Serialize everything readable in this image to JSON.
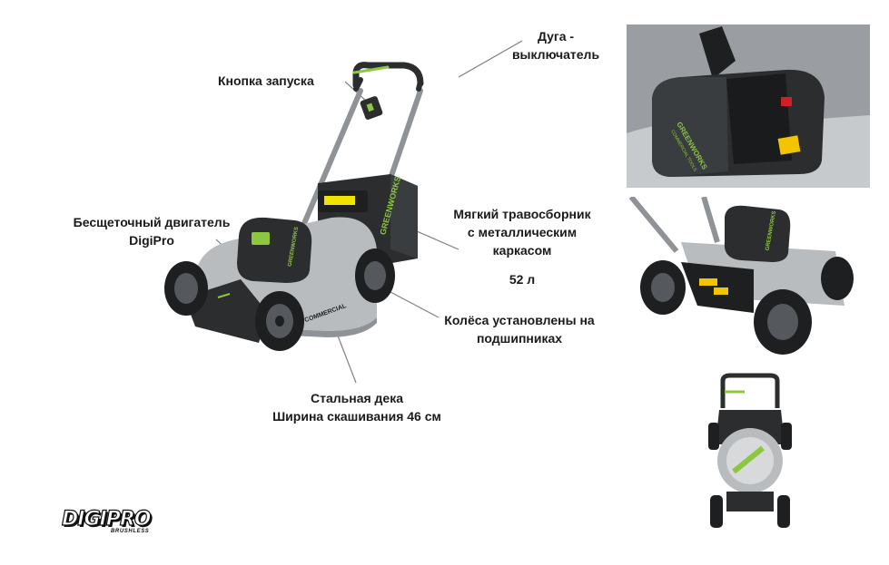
{
  "labels": {
    "start_button": "Кнопка запуска",
    "switch_bar_line1": "Дуга -",
    "switch_bar_line2": "выключатель",
    "motor_line1": "Бесщеточный двигатель",
    "motor_line2": "DigiPro",
    "bag_line1": "Мягкий травосборник",
    "bag_line2": "с металлическим",
    "bag_line3": "каркасом",
    "bag_volume": "52 л",
    "wheels_line1": "Колёса установлены на",
    "wheels_line2": "подшипниках",
    "deck_line1": "Стальная дека",
    "deck_line2": "Ширина скашивания 46 см"
  },
  "brand": {
    "mower_side_text": "GREENWORKS",
    "mower_side_subtext": "COMMERCIAL TOOLS",
    "deck_text": "COMMERCIAL",
    "logo_text": "DIGIPRO",
    "logo_subtext": "BRUSHLESS"
  },
  "colors": {
    "brand_green": "#8dc63f",
    "body_dark": "#2b2d2f",
    "deck_silver": "#b9bcbf",
    "leader_line": "#7f7f7f"
  }
}
